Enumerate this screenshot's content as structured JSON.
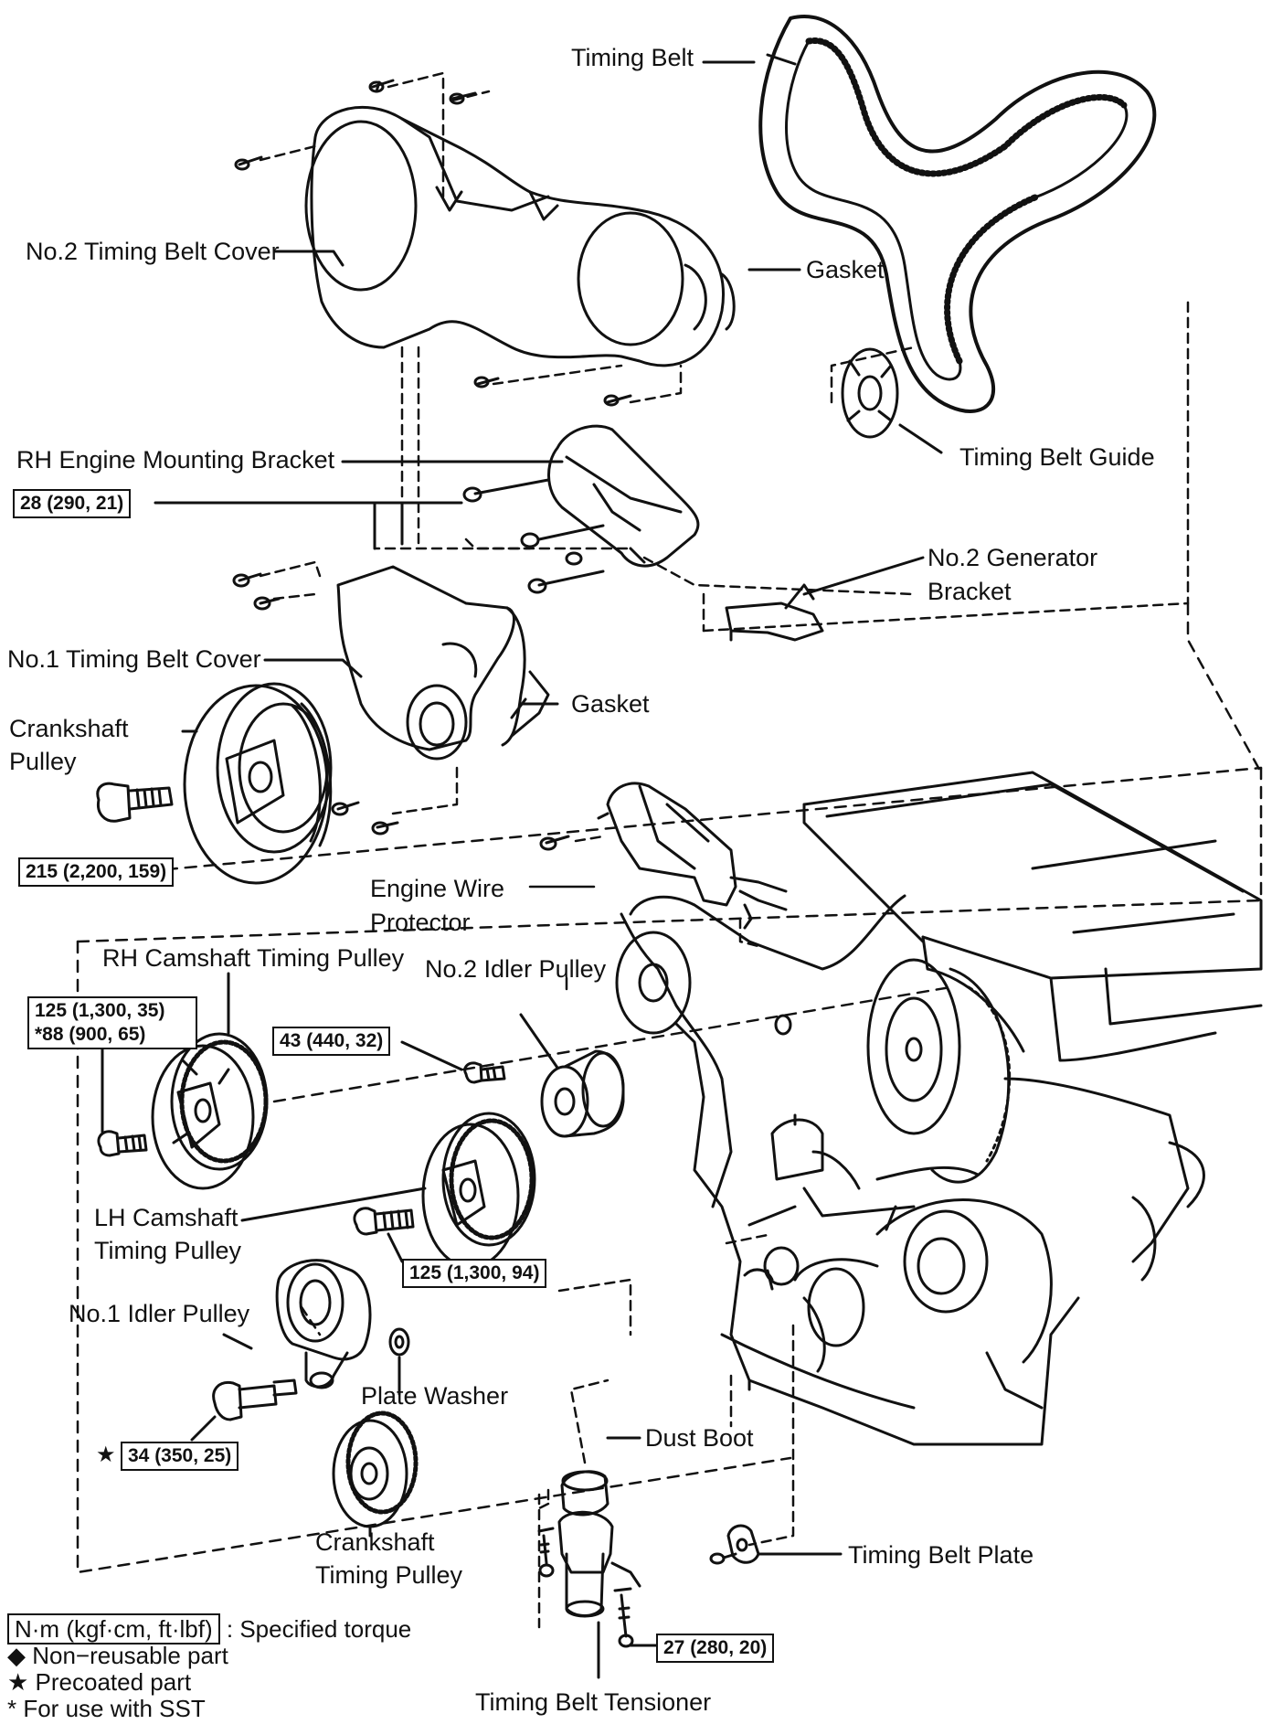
{
  "labels": {
    "timing_belt": "Timing Belt",
    "no2_timing_belt_cover": "No.2 Timing Belt Cover",
    "gasket_upper": "Gasket",
    "rh_engine_mounting_bracket": "RH Engine Mounting Bracket",
    "timing_belt_guide": "Timing Belt Guide",
    "no2_generator_bracket_1": "No.2 Generator",
    "no2_generator_bracket_2": "Bracket",
    "no1_timing_belt_cover": "No.1 Timing Belt Cover",
    "gasket_lower": "Gasket",
    "crankshaft_pulley_1": "Crankshaft",
    "crankshaft_pulley_2": "Pulley",
    "engine_wire_protector_1": "Engine Wire",
    "engine_wire_protector_2": "Protector",
    "rh_camshaft_timing_pulley": "RH Camshaft Timing Pulley",
    "no2_idler_pulley": "No.2 Idler Pulley",
    "lh_camshaft_timing_pulley_1": "LH Camshaft",
    "lh_camshaft_timing_pulley_2": "Timing Pulley",
    "no1_idler_pulley": "No.1 Idler Pulley",
    "plate_washer": "Plate Washer",
    "dust_boot": "Dust Boot",
    "crankshaft_timing_pulley_1": "Crankshaft",
    "crankshaft_timing_pulley_2": "Timing Pulley",
    "timing_belt_plate": "Timing Belt Plate",
    "timing_belt_tensioner": "Timing Belt Tensioner"
  },
  "torques": {
    "mount_bracket": "28 (290, 21)",
    "crank_pulley_bolt": "215 (2,200, 159)",
    "rh_cam_line1": "125 (1,300, 35)",
    "rh_cam_line2": "*88 (900, 65)",
    "idler2": "43 (440, 32)",
    "lh_cam": "125 (1,300, 94)",
    "idler1_prefix": "★",
    "idler1": "34 (350, 25)",
    "tensioner": "27 (280, 20)"
  },
  "legend": {
    "unit_box": "N·m (kgf·cm, ft·lbf)",
    "unit_text": ": Specified torque",
    "non_reusable": "◆ Non−reusable part",
    "precoated": "★ Precoated part",
    "sst": "* For use with SST"
  }
}
